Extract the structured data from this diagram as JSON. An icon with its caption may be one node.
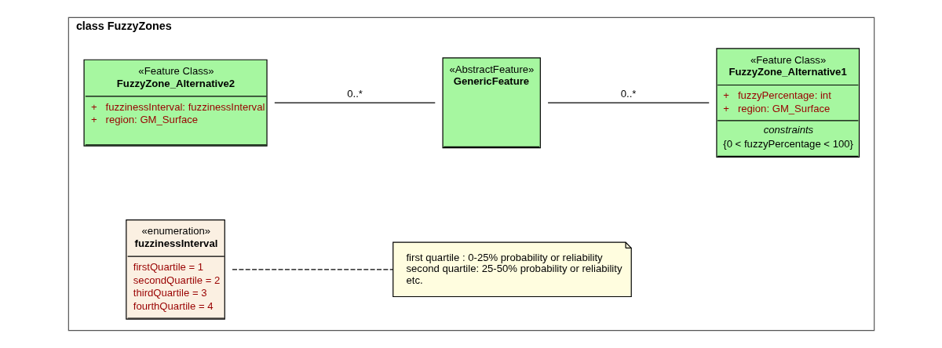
{
  "diagram": {
    "nodes": [
      {
        "text": [
          "class FuzzyZones"
        ]
      },
      {
        "text": [
          "«Feature Class»",
          "FuzzyZone_Alternative2",
          "+   fuzzinessInterval: fuzzinessInterval",
          "+   region: GM_Surface"
        ],
        "in": 0
      },
      {
        "text": [
          "«AbstractFeature»",
          "GenericFeature"
        ],
        "in": 0
      },
      {
        "text": [
          "«Feature Class»",
          "FuzzyZone_Alternative1",
          "+   fuzzyPercentage: int",
          "+   region: GM_Surface",
          "constraints",
          "{0 < fuzzyPercentage < 100}"
        ],
        "in": 0
      },
      {
        "text": [
          "«enumeration»",
          "fuzzinessInterval",
          "firstQuartile = 1",
          "secondQuartile = 2",
          "thirdQuartile = 3",
          "fourthQuartile = 4"
        ],
        "in": 0
      },
      {
        "text": [
          "first quartile : 0-25% probability or reliability",
          "second quartile: 25-50% probability or reliability",
          "etc."
        ],
        "in": 0
      }
    ],
    "edges": [
      {
        "from": 1,
        "to": 2,
        "arrow": "none",
        "label": "0..*"
      },
      {
        "from": 2,
        "to": 3,
        "arrow": "none",
        "label": "0..*"
      },
      {
        "from": 4,
        "to": 5,
        "arrow": "none",
        "style": "dashed"
      }
    ]
  }
}
